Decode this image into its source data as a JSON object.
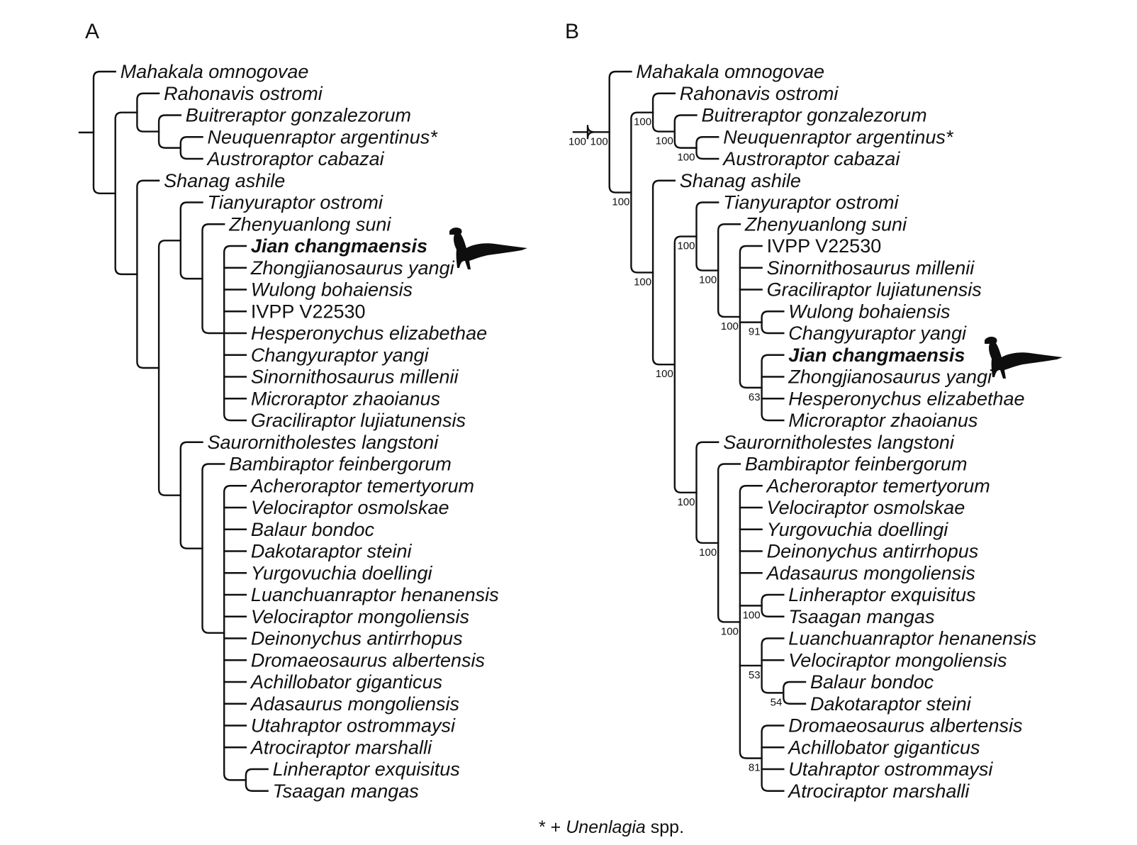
{
  "panels": [
    {
      "label": "A",
      "taxa": [
        {
          "name": "Mahakala omnogovae"
        },
        {
          "name": "Rahonavis ostromi"
        },
        {
          "name": "Buitreraptor gonzalezorum"
        },
        {
          "name": "Neuquenraptor argentinus*"
        },
        {
          "name": "Austroraptor cabazai"
        },
        {
          "name": "Shanag ashile"
        },
        {
          "name": "Tianyuraptor ostromi"
        },
        {
          "name": "Zhenyuanlong suni"
        },
        {
          "name": "Jian changmaensis",
          "bold": true
        },
        {
          "name": "Zhongjianosaurus yangi"
        },
        {
          "name": "Wulong bohaiensis"
        },
        {
          "name": "IVPP V22530",
          "roman": true
        },
        {
          "name": "Hesperonychus elizabethae"
        },
        {
          "name": "Changyuraptor yangi"
        },
        {
          "name": "Sinornithosaurus millenii"
        },
        {
          "name": "Microraptor zhaoianus"
        },
        {
          "name": "Graciliraptor lujiatunensis"
        },
        {
          "name": "Saurornitholestes langstoni"
        },
        {
          "name": "Bambiraptor feinbergorum"
        },
        {
          "name": "Acheroraptor temertyorum"
        },
        {
          "name": "Velociraptor osmolskae"
        },
        {
          "name": "Balaur bondoc"
        },
        {
          "name": "Dakotaraptor steini"
        },
        {
          "name": "Yurgovuchia doellingi"
        },
        {
          "name": "Luanchuanraptor henanensis"
        },
        {
          "name": "Velociraptor mongoliensis"
        },
        {
          "name": "Deinonychus antirrhopus"
        },
        {
          "name": "Dromaeosaurus albertensis"
        },
        {
          "name": "Achillobator giganticus"
        },
        {
          "name": "Adasaurus mongoliensis"
        },
        {
          "name": "Utahraptor ostrommaysi"
        },
        {
          "name": "Atrociraptor marshalli"
        },
        {
          "name": "Linheraptor exquisitus"
        },
        {
          "name": "Tsaagan mangas"
        }
      ],
      "tree": [
        [
          0,
          [
            [
              1,
              [
                2,
                [
                  3,
                  4
                ]
              ]
            ],
            [
              5,
              [
                [
                  6,
                  [
                    7,
                    [
                      8,
                      9,
                      10,
                      11,
                      12,
                      13,
                      14,
                      15,
                      16
                    ]
                  ]
                ],
                [
                  17,
                  [
                    18,
                    [
                      19,
                      20,
                      21,
                      22,
                      23,
                      24,
                      25,
                      26,
                      27,
                      28,
                      29,
                      30,
                      31,
                      [
                        32,
                        33
                      ]
                    ]
                  ]
                ]
              ]
            ]
          ]
        ]
      ]
    },
    {
      "label": "B",
      "taxa": [
        {
          "name": "Mahakala omnogovae"
        },
        {
          "name": "Rahonavis ostromi"
        },
        {
          "name": "Buitreraptor gonzalezorum"
        },
        {
          "name": "Neuquenraptor argentinus*"
        },
        {
          "name": "Austroraptor cabazai"
        },
        {
          "name": "Shanag ashile"
        },
        {
          "name": "Tianyuraptor ostromi"
        },
        {
          "name": "Zhenyuanlong suni"
        },
        {
          "name": "IVPP V22530",
          "roman": true
        },
        {
          "name": "Sinornithosaurus millenii"
        },
        {
          "name": "Graciliraptor lujiatunensis"
        },
        {
          "name": "Wulong bohaiensis"
        },
        {
          "name": "Changyuraptor yangi"
        },
        {
          "name": "Jian changmaensis",
          "bold": true
        },
        {
          "name": "Zhongjianosaurus yangi"
        },
        {
          "name": "Hesperonychus elizabethae"
        },
        {
          "name": "Microraptor zhaoianus"
        },
        {
          "name": "Saurornitholestes langstoni"
        },
        {
          "name": "Bambiraptor feinbergorum"
        },
        {
          "name": "Acheroraptor temertyorum"
        },
        {
          "name": "Velociraptor osmolskae"
        },
        {
          "name": "Yurgovuchia doellingi"
        },
        {
          "name": "Deinonychus antirrhopus"
        },
        {
          "name": "Adasaurus mongoliensis"
        },
        {
          "name": "Linheraptor exquisitus"
        },
        {
          "name": "Tsaagan mangas"
        },
        {
          "name": "Luanchuanraptor henanensis"
        },
        {
          "name": "Velociraptor mongoliensis"
        },
        {
          "name": "Balaur bondoc"
        },
        {
          "name": "Dakotaraptor steini"
        },
        {
          "name": "Dromaeosaurus albertensis"
        },
        {
          "name": "Achillobator giganticus"
        },
        {
          "name": "Utahraptor ostrommaysi"
        },
        {
          "name": "Atrociraptor marshalli"
        }
      ],
      "tree": {
        "s": "100",
        "c": [
          {
            "s": "100",
            "c": [
              0,
              {
                "s": "100",
                "c": [
                  {
                    "s": "100",
                    "c": [
                      1,
                      {
                        "s": "100",
                        "c": [
                          2,
                          {
                            "s": "100",
                            "c": [
                              3,
                              4
                            ]
                          }
                        ]
                      }
                    ]
                  },
                  {
                    "s": "100",
                    "c": [
                      5,
                      {
                        "s": "100",
                        "c": [
                          {
                            "s": "100",
                            "c": [
                              6,
                              {
                                "s": "100",
                                "c": [
                                  7,
                                  {
                                    "s": "100",
                                    "c": [
                                      8,
                                      9,
                                      10,
                                      {
                                        "s": "91",
                                        "c": [
                                          11,
                                          12
                                        ]
                                      },
                                      {
                                        "s": "63",
                                        "c": [
                                          13,
                                          14,
                                          15,
                                          16
                                        ]
                                      }
                                    ]
                                  }
                                ]
                              }
                            ]
                          },
                          {
                            "s": "100",
                            "c": [
                              17,
                              {
                                "s": "100",
                                "c": [
                                  18,
                                  {
                                    "s": "100",
                                    "c": [
                                      19,
                                      20,
                                      21,
                                      22,
                                      23,
                                      {
                                        "s": "100",
                                        "c": [
                                          24,
                                          25
                                        ]
                                      },
                                      {
                                        "s": "53",
                                        "c": [
                                          26,
                                          27,
                                          {
                                            "s": "54",
                                            "c": [
                                              28,
                                              29
                                            ]
                                          }
                                        ]
                                      },
                                      {
                                        "s": "81",
                                        "c": [
                                          30,
                                          31,
                                          32,
                                          33
                                        ]
                                      }
                                    ]
                                  }
                                ]
                              }
                            ]
                          }
                        ]
                      }
                    ]
                  }
                ]
              }
            ]
          }
        ]
      }
    }
  ],
  "footnote": {
    "prefix": "* + ",
    "genus": "Unenlagia",
    "suffix": " spp."
  },
  "colors": {
    "ink": "#111111",
    "background": "#ffffff"
  },
  "icons": [
    "bird-silhouette-icon"
  ]
}
